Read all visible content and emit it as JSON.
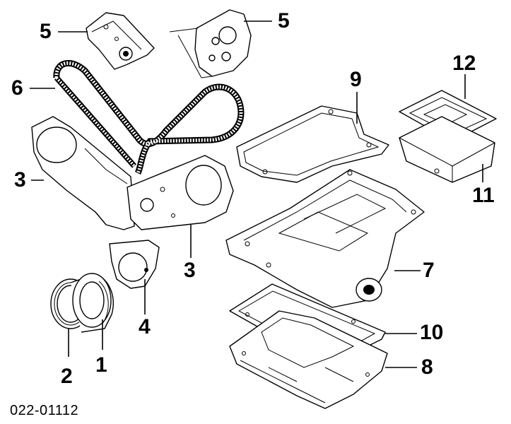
{
  "callouts": {
    "c5a": "5",
    "c5b": "5",
    "c6": "6",
    "c3a": "3",
    "c3b": "3",
    "c9": "9",
    "c12": "12",
    "c11": "11",
    "c7": "7",
    "c4": "4",
    "c10": "10",
    "c8": "8",
    "c2": "2",
    "c1": "1"
  },
  "reference_code": "022-01112",
  "colors": {
    "ink": "#000000",
    "background": "#ffffff"
  }
}
